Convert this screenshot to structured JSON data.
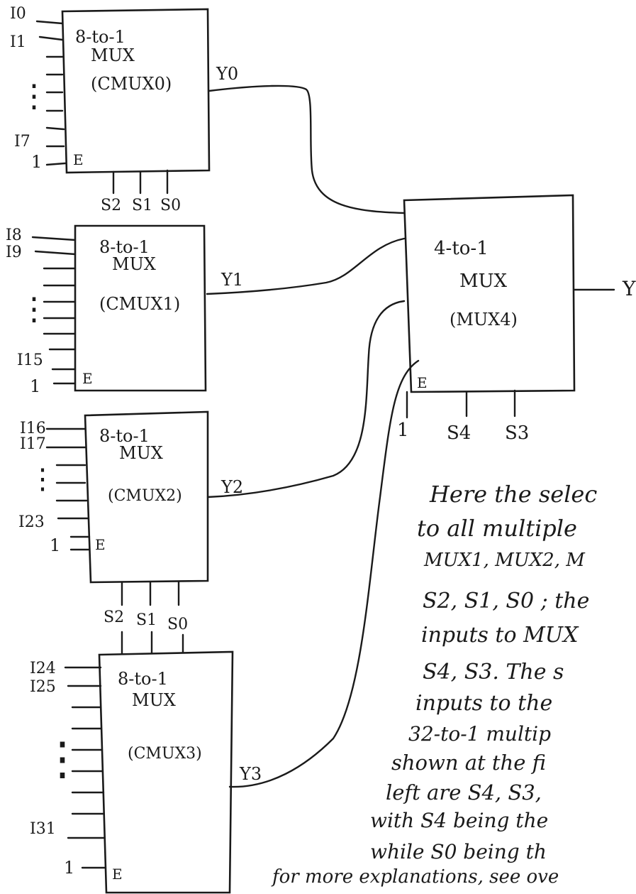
{
  "diagram": {
    "muxes": [
      {
        "id": "cmux0",
        "type": "8-to-1",
        "kind": "MUX",
        "name": "(CMUX0)",
        "enable": "E",
        "enable_value": "1",
        "inputs_top": [
          "I0",
          "I1"
        ],
        "dots": "⋮",
        "inputs_bottom": [
          "I7"
        ],
        "output": "Y0"
      },
      {
        "id": "cmux1",
        "type": "8-to-1",
        "kind": "MUX",
        "name": "(CMUX1)",
        "enable": "E",
        "enable_value": "1",
        "inputs_top": [
          "I8",
          "I9"
        ],
        "dots": "⋮",
        "inputs_bottom": [
          "I15"
        ],
        "output": "Y1"
      },
      {
        "id": "cmux2",
        "type": "8-to-1",
        "kind": "MUX",
        "name": "(CMUX2)",
        "enable": "E",
        "enable_value": "1",
        "inputs_top": [
          "I16",
          "I17"
        ],
        "dots": "⋮",
        "inputs_bottom": [
          "I23"
        ],
        "output": "Y2"
      },
      {
        "id": "cmux3",
        "type": "8-to-1",
        "kind": "MUX",
        "name": "(CMUX3)",
        "enable": "E",
        "enable_value": "1",
        "inputs_top": [
          "I24",
          "I25"
        ],
        "dots": "⋮",
        "inputs_bottom": [
          "I31"
        ],
        "output": "Y3"
      }
    ],
    "select_groups": [
      {
        "labels": [
          "S2",
          "S1",
          "S0"
        ]
      },
      {
        "labels": [
          "S2",
          "S1",
          "S0"
        ]
      }
    ],
    "final_mux": {
      "type": "4-to-1",
      "kind": "MUX",
      "name": "(MUX4)",
      "enable": "E",
      "enable_value": "1",
      "selects": [
        "S4",
        "S3"
      ],
      "output": "Y"
    }
  },
  "note": {
    "lines": [
      "Here the selec",
      "to all multiple",
      "MUX1, MUX2, M",
      "S2, S1, S0 ; the",
      "inputs to MUX",
      "S4, S3. The s",
      "inputs to the",
      "32-to-1 multip",
      "shown at the fi",
      "left are S4, S3,",
      "with S4 being the",
      "while S0 being th",
      "for more explanations, see ove"
    ]
  }
}
